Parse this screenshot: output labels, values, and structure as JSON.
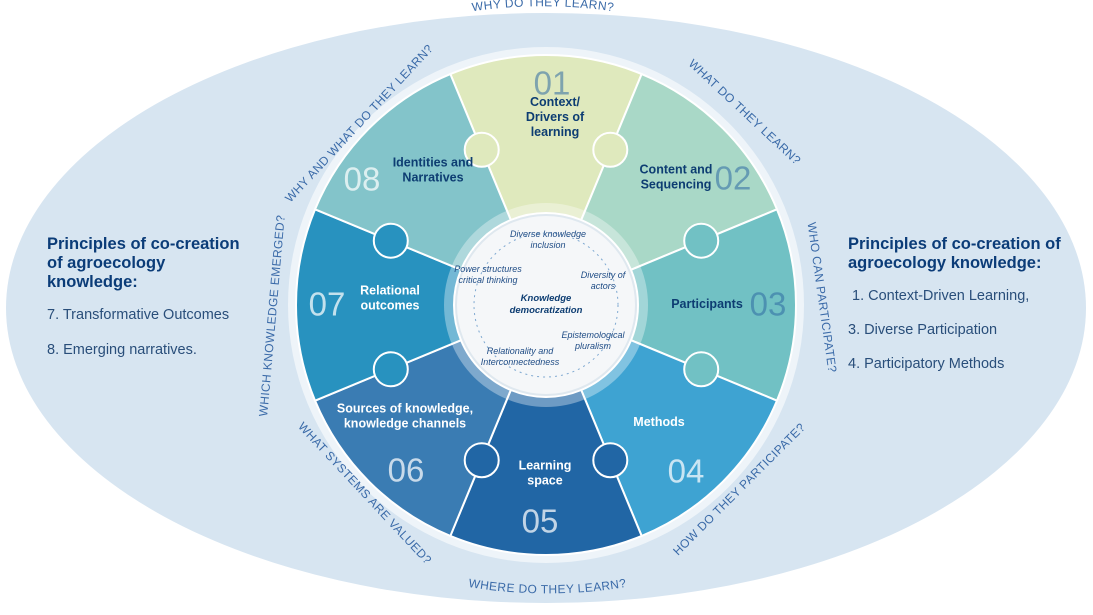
{
  "questions": {
    "top": "WHY DO THEY LEARN?",
    "top_left": "WHY AND WHAT DO THEY LEARN?",
    "top_right": "WHAT DO THEY LEARN?",
    "right": "WHO CAN PARTICIPATE?",
    "bottom_right": "HOW DO THEY PARTICIPATE?",
    "bottom": "WHERE DO THEY LEARN?",
    "bottom_left": "WHAT  SYSTEMS ARE VALUED?",
    "left": "WHICH KNOWLEDGE EMERGED?"
  },
  "pieces": [
    {
      "number": "01",
      "label_lines": [
        "Context/",
        "Drivers of",
        "learning"
      ],
      "color": "#dfe9bd"
    },
    {
      "number": "02",
      "label_lines": [
        "Content and",
        "Sequencing"
      ],
      "color": "#a9d8c7"
    },
    {
      "number": "03",
      "label_lines": [
        "Participants"
      ],
      "color": "#71c1c4"
    },
    {
      "number": "04",
      "label_lines": [
        "Methods"
      ],
      "color": "#3ea3d2"
    },
    {
      "number": "05",
      "label_lines": [
        "Learning",
        "space"
      ],
      "color": "#2166a5"
    },
    {
      "number": "06",
      "label_lines": [
        "Sources of knowledge,",
        "knowledge channels"
      ],
      "color": "#3a7cb3"
    },
    {
      "number": "07",
      "label_lines": [
        "Relational",
        "outcomes"
      ],
      "color": "#2892bf"
    },
    {
      "number": "08",
      "label_lines": [
        "Identities and",
        "Narratives"
      ],
      "color": "#83c4ca"
    }
  ],
  "core": {
    "title_lines": [
      "Knowledge",
      "democratization"
    ],
    "items": [
      {
        "lines": [
          "Diverse knowledge",
          "inclusion"
        ]
      },
      {
        "lines": [
          "Diversity of",
          "actors"
        ]
      },
      {
        "lines": [
          "Epistemological",
          "pluralism"
        ]
      },
      {
        "lines": [
          "Relationality and",
          "Interconnectedness"
        ]
      },
      {
        "lines": [
          "Power structures",
          "critical thinking"
        ]
      }
    ]
  },
  "left_panel": {
    "title": "Principles of co-creation of agroecology knowledge:",
    "items": [
      "7. Transformative Outcomes",
      "8. Emerging narratives."
    ]
  },
  "right_panel": {
    "title": "Principles of co-creation of agroecology knowledge:",
    "items": [
      "1. Context-Driven Learning,",
      "3. Diverse Participation",
      "4. Participatory Methods"
    ]
  },
  "colors": {
    "ellipse_fill": "#d7e5f1",
    "ring": "#eef4f9",
    "core_fill": "#f5f7f9",
    "title_blue": "#0b3c78"
  }
}
